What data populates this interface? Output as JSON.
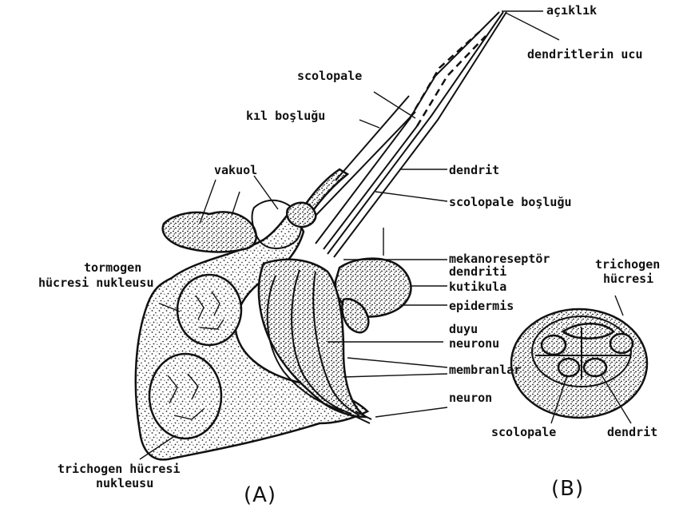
{
  "labels": {
    "aciklik": "açıklık",
    "dendritlerin_ucu": "dendritlerin ucu",
    "scolopale": "scolopale",
    "kil_boslugu": "kıl boşluğu",
    "vakuol": "vakuol",
    "dendrit": "dendrit",
    "scolopale_boslugu": "scolopale boşluğu",
    "tormogen_line1": "tormogen",
    "tormogen_line2": "hücresi nukleusu",
    "mekano_line1": "mekanoreseptör",
    "mekano_line2": "dendriti",
    "kutikula": "kutikula",
    "epidermis": "epidermis",
    "duyu_line1": "duyu",
    "duyu_line2": "neuronu",
    "membranlar": "membranlar",
    "neuron": "neuron",
    "trichogen_nuc_line1": "trichogen hücresi",
    "trichogen_nuc_line2": "nukleusu",
    "trichogen_b_line1": "trichogen",
    "trichogen_b_line2": "hücresi",
    "scolopale_b": "scolopale",
    "dendrit_b": "dendrit"
  },
  "panels": {
    "a": "(A)",
    "b": "(B)"
  }
}
